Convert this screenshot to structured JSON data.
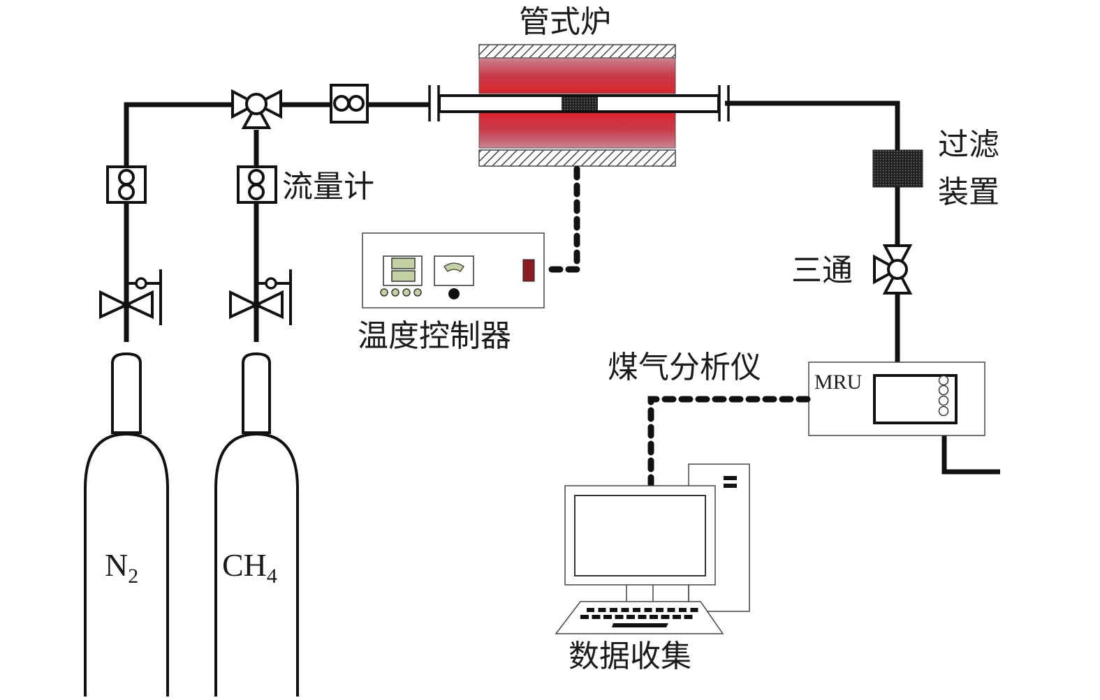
{
  "labels": {
    "tube_furnace": "管式炉",
    "flow_meter": "流量计",
    "temperature_controller": "温度控制器",
    "filter_line1": "过滤",
    "filter_line2": "装置",
    "three_way_valve": "三通",
    "gas_analyzer": "煤气分析仪",
    "analyzer_brand": "MRU",
    "data_collection": "数据收集"
  },
  "cylinders": [
    {
      "gas": "N",
      "subscript": "2"
    },
    {
      "gas": "CH",
      "subscript": "4"
    }
  ],
  "colors": {
    "furnace_heater": "#d9262c",
    "furnace_heater_light": "#c98590",
    "display_green": "#c3d1a5",
    "indicator_red": "#8b1a22",
    "line": "#111111"
  }
}
